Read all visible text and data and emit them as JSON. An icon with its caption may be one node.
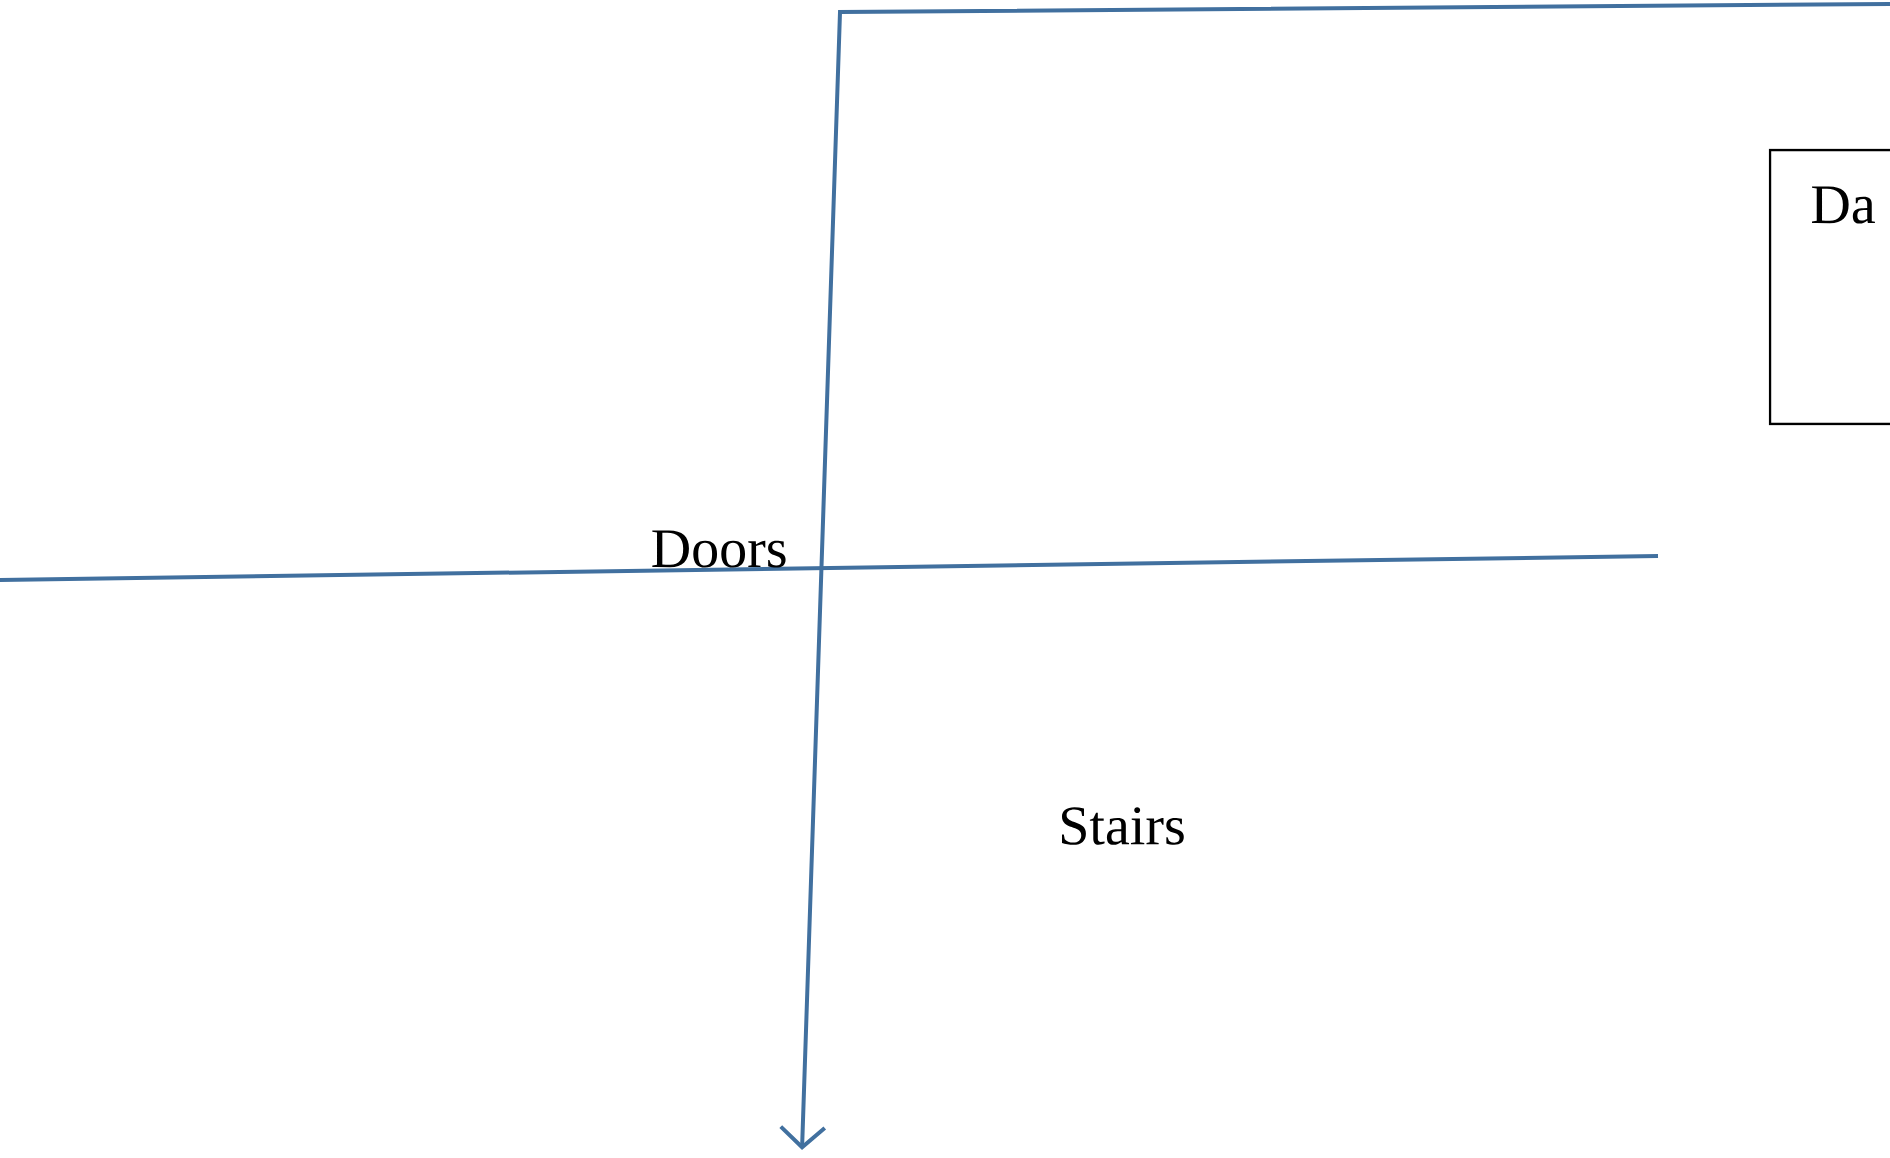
{
  "diagram": {
    "nodes": [
      {
        "text": [
          "Da"
        ]
      }
    ],
    "labels": [
      "Doors",
      "Stairs"
    ]
  }
}
